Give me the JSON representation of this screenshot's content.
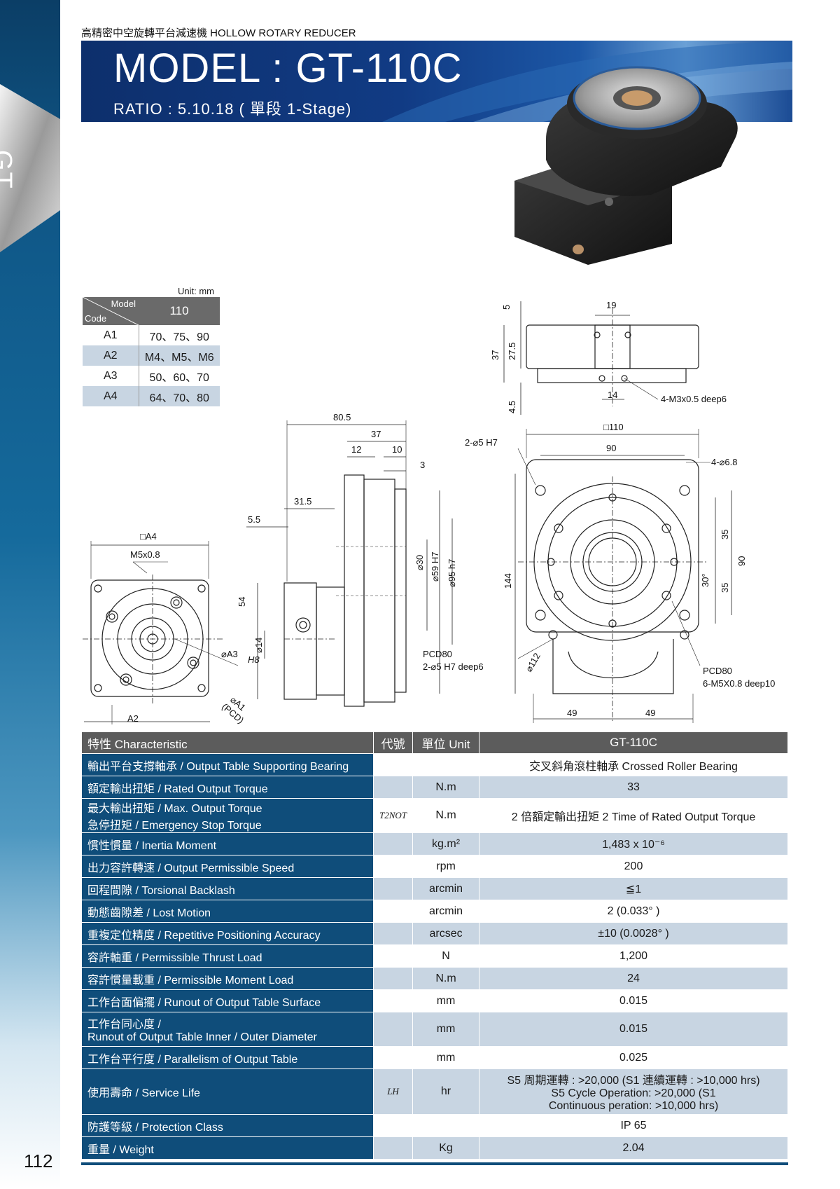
{
  "side": {
    "label": "GT",
    "page_number": "112"
  },
  "header": {
    "kicker": "高精密中空旋轉平台減速機  HOLLOW ROTARY REDUCER",
    "title": "MODEL : GT-110C",
    "ratio": "RATIO : 5.10.18 ( 單段 1-Stage)"
  },
  "code_table": {
    "unit": "Unit: mm",
    "header_model": "Model",
    "header_code": "Code",
    "header_value": "110",
    "rows": [
      {
        "code": "A1",
        "value": "70、75、90"
      },
      {
        "code": "A2",
        "value": "M4、M5、M6"
      },
      {
        "code": "A3",
        "value": "50、60、70"
      },
      {
        "code": "A4",
        "value": "64、70、80"
      }
    ]
  },
  "drawing_labels": {
    "front": {
      "square": "□A4",
      "screw": "M5x0.8",
      "a3": "⌀A3",
      "h8": "H8",
      "a1": "⌀A1",
      "pcd": "(PCD)",
      "a2": "A2"
    },
    "side": {
      "d805": "80.5",
      "d37": "37",
      "d12": "12",
      "d10": "10",
      "d3": "3",
      "d315": "31.5",
      "d55": "5.5",
      "d54": "54",
      "d14": "⌀14",
      "d30": "⌀30",
      "d59": "⌀59 H7",
      "d95": "⌀95 h7"
    },
    "top": {
      "d5": "5",
      "d19": "19",
      "d37": "37",
      "d275": "27.5",
      "d14": "14",
      "d45": "4.5",
      "thread": "4-M3x0.5 deep6"
    },
    "plan": {
      "pin": "2-⌀5 H7",
      "sq110": "□110",
      "d90": "90",
      "holes": "4-⌀6.8",
      "d35a": "35",
      "d90v": "90",
      "d30deg": "30°",
      "d35b": "35",
      "d144": "144",
      "d112": "⌀112",
      "pcd_a": "PCD80",
      "pcd_a2": "2-⌀5 H7 deep6",
      "pcd_b": "PCD80",
      "pcd_b2": "6-M5X0.8 deep10",
      "d49a": "49",
      "d49b": "49"
    }
  },
  "spec_table": {
    "headers": {
      "characteristic": "特性 Characteristic",
      "symbol": "代號",
      "unit": "單位 Unit",
      "model": "GT-110C"
    },
    "rows": [
      {
        "char": "輸出平台支撐軸承 / Output Table Supporting Bearing",
        "sym": "",
        "unit": "",
        "value": "交叉斜角滾柱軸承 Crossed Roller Bearing"
      },
      {
        "char": "額定輸出扭矩 / Rated Output Torque",
        "sym": "",
        "unit": "N.m",
        "value": "33"
      },
      {
        "char": "最大輸出扭矩 / Max. Output Torque",
        "char2": "急停扭矩 / Emergency Stop Torque",
        "sym": "T2NOT",
        "unit": "N.m",
        "value": "2 倍額定輸出扭矩 2 Time of Rated Output Torque"
      },
      {
        "char": "慣性慣量 / Inertia Moment",
        "sym": "",
        "unit": "kg.m²",
        "value": "1,483 x 10⁻⁶"
      },
      {
        "char": "出力容許轉速 / Output Permissible Speed",
        "sym": "",
        "unit": "rpm",
        "value": "200"
      },
      {
        "char": "回程間隙 / Torsional Backlash",
        "sym": "",
        "unit": "arcmin",
        "value": "≦1"
      },
      {
        "char": "動態齒隙差 / Lost Motion",
        "sym": "",
        "unit": "arcmin",
        "value": "2 (0.033° )"
      },
      {
        "char": "重複定位精度 / Repetitive Positioning Accuracy",
        "sym": "",
        "unit": "arcsec",
        "value": "±10 (0.0028° )"
      },
      {
        "char": "容許軸重 / Permissible Thrust Load",
        "sym": "",
        "unit": "N",
        "value": "1,200"
      },
      {
        "char": "容許慣量載重 / Permissible Moment Load",
        "sym": "",
        "unit": "N.m",
        "value": "24"
      },
      {
        "char": "工作台面偏擺 / Runout of Output Table Surface",
        "sym": "",
        "unit": "mm",
        "value": "0.015"
      },
      {
        "char": "工作台同心度 /",
        "char2": "Runout of Output Table Inner / Outer Diameter",
        "sym": "",
        "unit": "mm",
        "value": "0.015"
      },
      {
        "char": "工作台平行度 / Parallelism of Output Table",
        "sym": "",
        "unit": "mm",
        "value": "0.025"
      },
      {
        "char": "使用壽命 / Service Life",
        "sym": "LH",
        "unit": "hr",
        "value": "S5 周期運轉 : >20,000 (S1 連續運轉 : >10,000 hrs)",
        "value2": "S5 Cycle Operation: >20,000 (S1",
        "value3": "Continuous peration: >10,000 hrs)"
      },
      {
        "char": "防護等級 / Protection Class",
        "sym": "",
        "unit": "",
        "value": "IP 65"
      },
      {
        "char": "重量 / Weight",
        "sym": "",
        "unit": "Kg",
        "value": "2.04"
      }
    ]
  },
  "colors": {
    "navy": "#0f4d7a",
    "banner": "#113b84",
    "row_alt": "#c8d5e2",
    "header_grey": "#5c5c5c"
  }
}
